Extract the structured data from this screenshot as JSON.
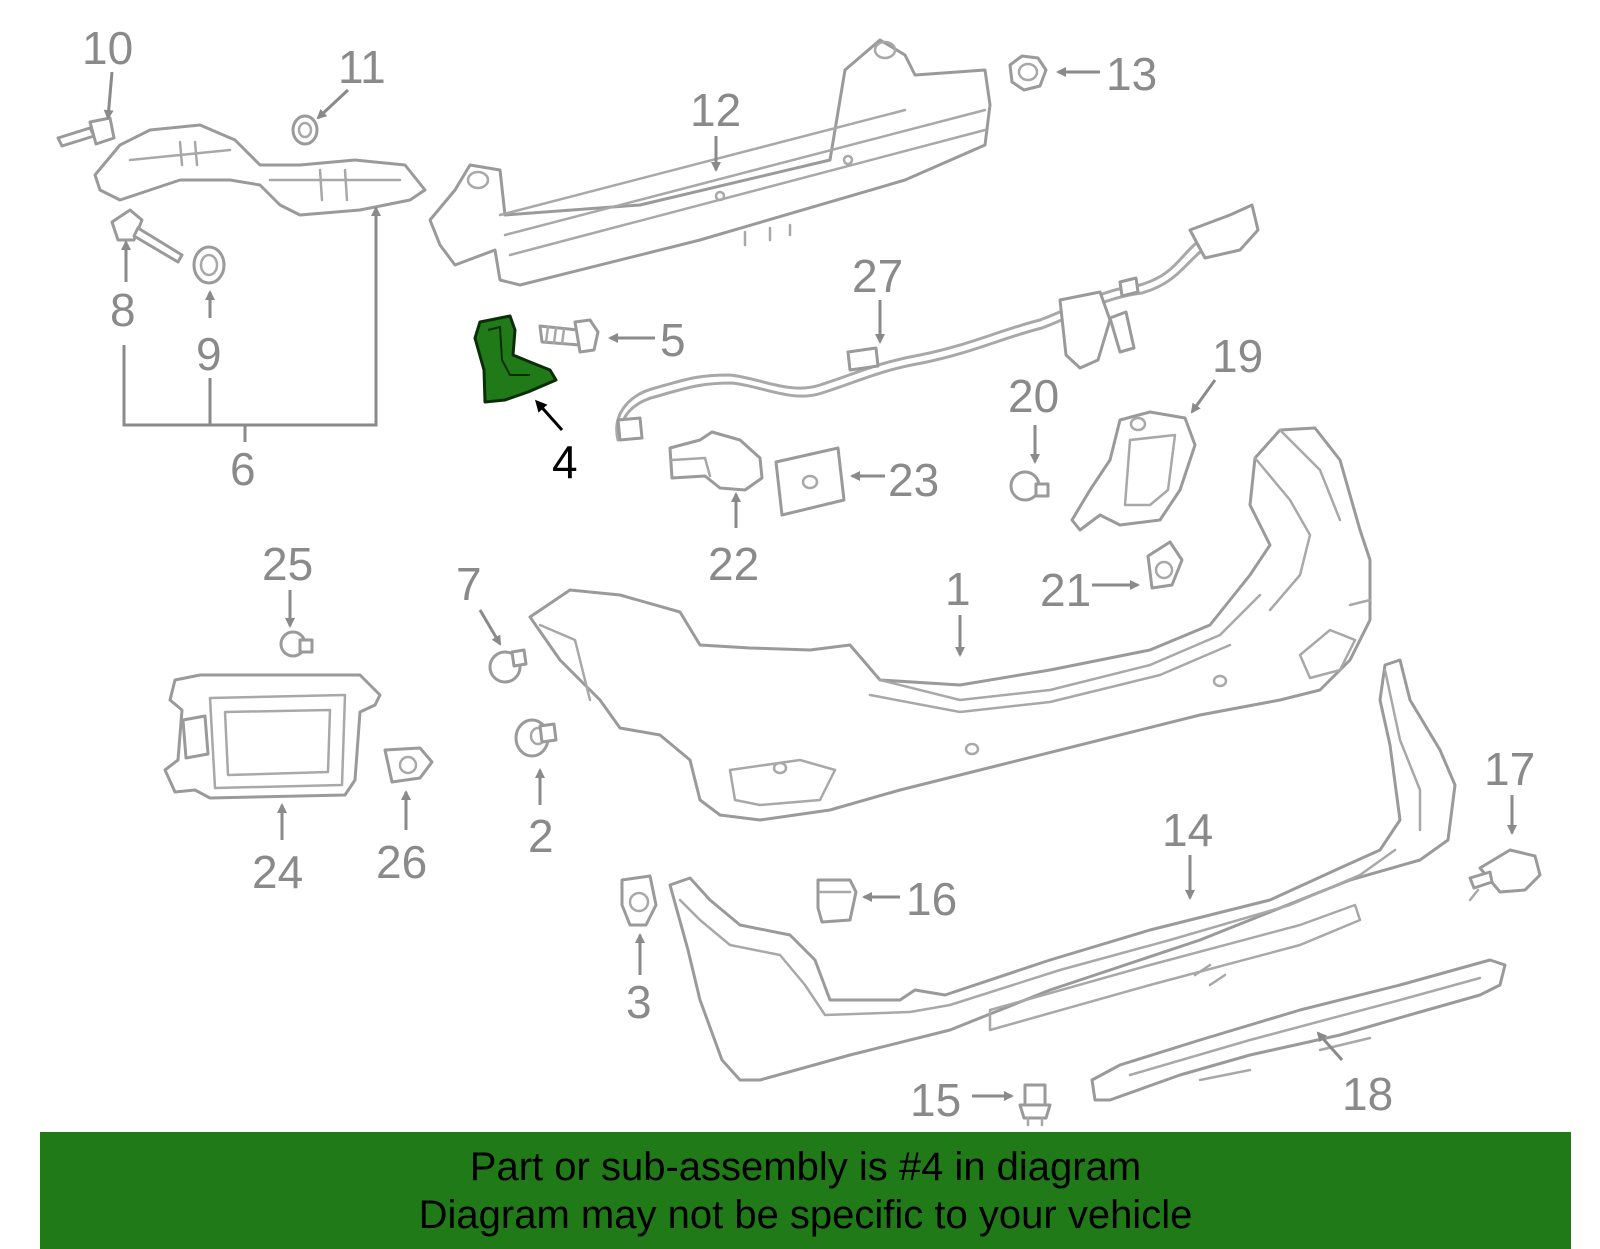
{
  "callouts": [
    "1",
    "2",
    "3",
    "4",
    "5",
    "6",
    "7",
    "8",
    "9",
    "10",
    "11",
    "12",
    "13",
    "14",
    "15",
    "16",
    "17",
    "18",
    "19",
    "20",
    "21",
    "22",
    "23",
    "24",
    "25",
    "26",
    "27"
  ],
  "highlighted_part": "4",
  "banner": {
    "line1": "Part or sub-assembly is #4 in diagram",
    "line2": "Diagram may not be specific to your vehicle"
  },
  "colors": {
    "highlight": "#1f7a17",
    "line_art": "#9a9a9a",
    "banner": "#1f7a17"
  }
}
